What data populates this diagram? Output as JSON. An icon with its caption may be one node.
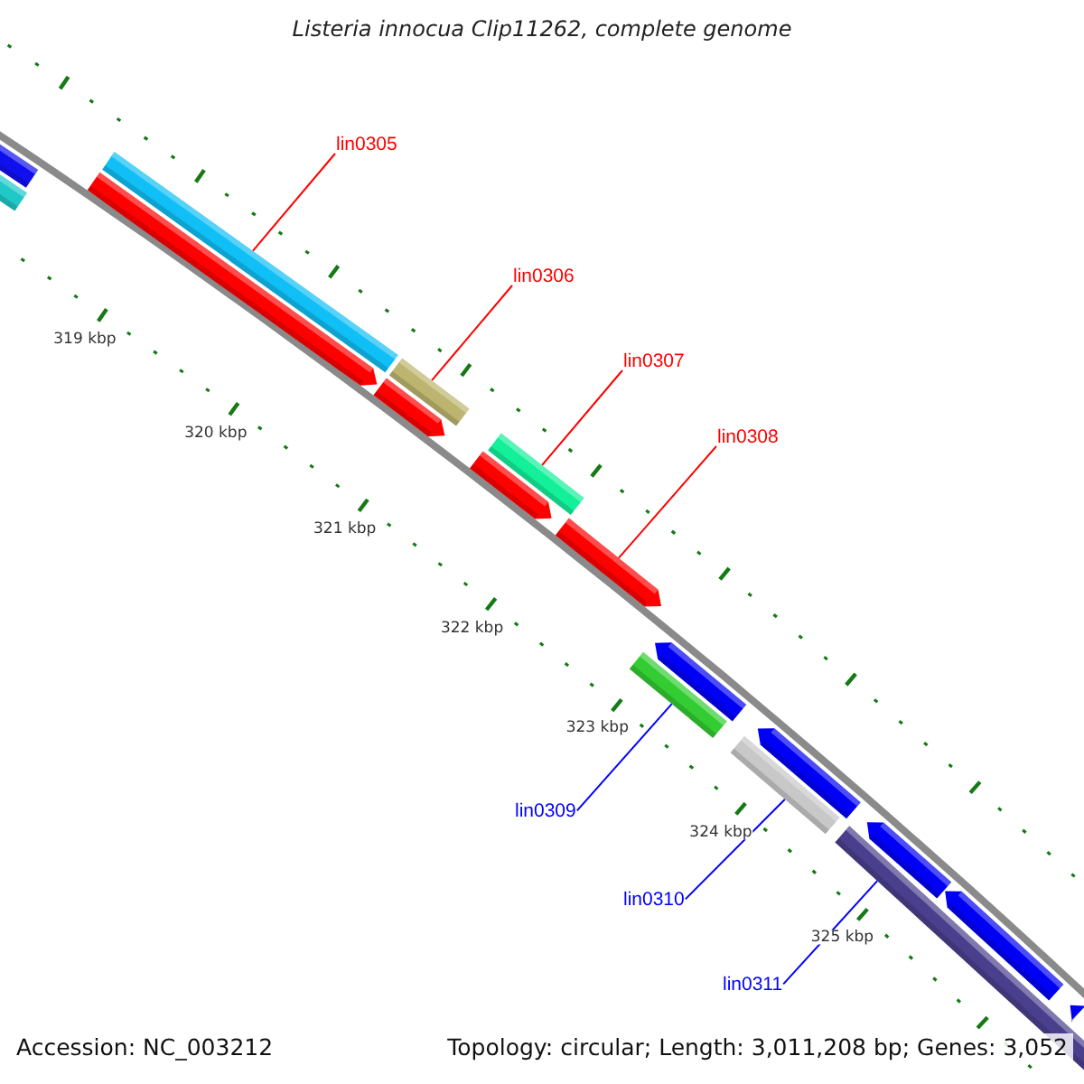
{
  "diagram": {
    "title": "Listeria innocua Clip11262, complete genome",
    "nodes": [
      {
        "text": [
          "lin0305"
        ]
      },
      {
        "text": [
          "lin0306"
        ]
      },
      {
        "text": [
          "lin0307"
        ]
      },
      {
        "text": [
          "lin0308"
        ]
      },
      {
        "text": [
          "lin0309"
        ]
      },
      {
        "text": [
          "lin0310"
        ]
      },
      {
        "text": [
          "lin0311"
        ]
      },
      {
        "text": [],
        "shape": "bar"
      },
      {
        "text": [],
        "shape": "bar"
      },
      {
        "text": [],
        "shape": "bar"
      },
      {
        "text": [],
        "shape": "bar"
      },
      {
        "text": [],
        "shape": "bar"
      },
      {
        "text": [],
        "shape": "bar"
      },
      {
        "text": [],
        "shape": "bar"
      },
      {
        "text": [],
        "shape": "bar"
      },
      {
        "text": [],
        "shape": "bar"
      },
      {
        "text": [],
        "shape": "bar"
      },
      {
        "text": [],
        "shape": "bar"
      },
      {
        "text": [],
        "shape": "bar"
      },
      {
        "text": [],
        "shape": "bar"
      },
      {
        "text": [],
        "shape": "bar"
      },
      {
        "text": [],
        "shape": "bar"
      },
      {
        "text": [],
        "shape": "bar"
      },
      {
        "text": [],
        "shape": "bar"
      }
    ],
    "edges": [
      {
        "from": 0,
        "to": 9,
        "arrow": "none"
      },
      {
        "from": 1,
        "to": 10,
        "arrow": "none"
      },
      {
        "from": 2,
        "to": 11,
        "arrow": "none"
      },
      {
        "from": 3,
        "to": 15,
        "arrow": "none"
      },
      {
        "from": 4,
        "to": 17,
        "arrow": "none",
        "color": "#0000ff"
      },
      {
        "from": 5,
        "to": 18,
        "arrow": "none",
        "color": "#0000ff"
      },
      {
        "from": 6,
        "to": 20,
        "arrow": "none",
        "color": "#0000ff"
      }
    ],
    "labels": [
      "319 kbp",
      "320 kbp",
      "321 kbp",
      "322 kbp",
      "323 kbp",
      "324 kbp",
      "325 kbp",
      "Accession: NC_003212",
      "Topology: circular; Length: 3,011,208 bp; Genes: 3,052"
    ]
  }
}
